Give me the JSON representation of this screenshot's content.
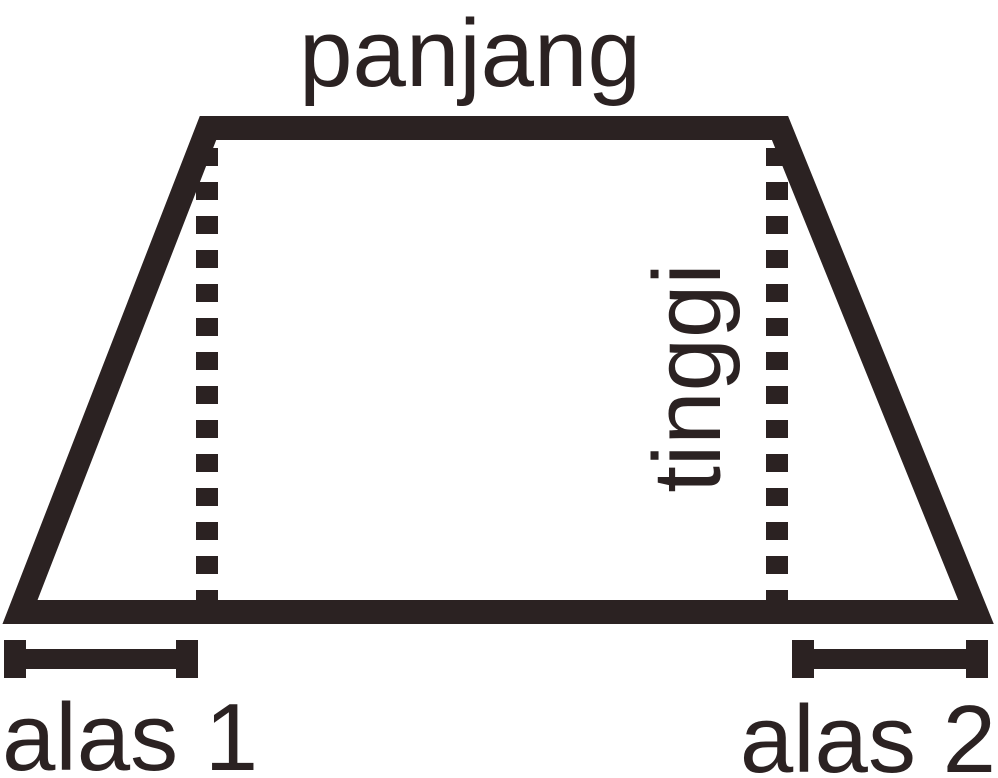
{
  "diagram": {
    "labels": {
      "top": "panjang",
      "height": "tinggi",
      "base_left": "alas 1",
      "base_right": "alas 2"
    },
    "stroke_color": "#2b2222",
    "background": "#ffffff"
  }
}
